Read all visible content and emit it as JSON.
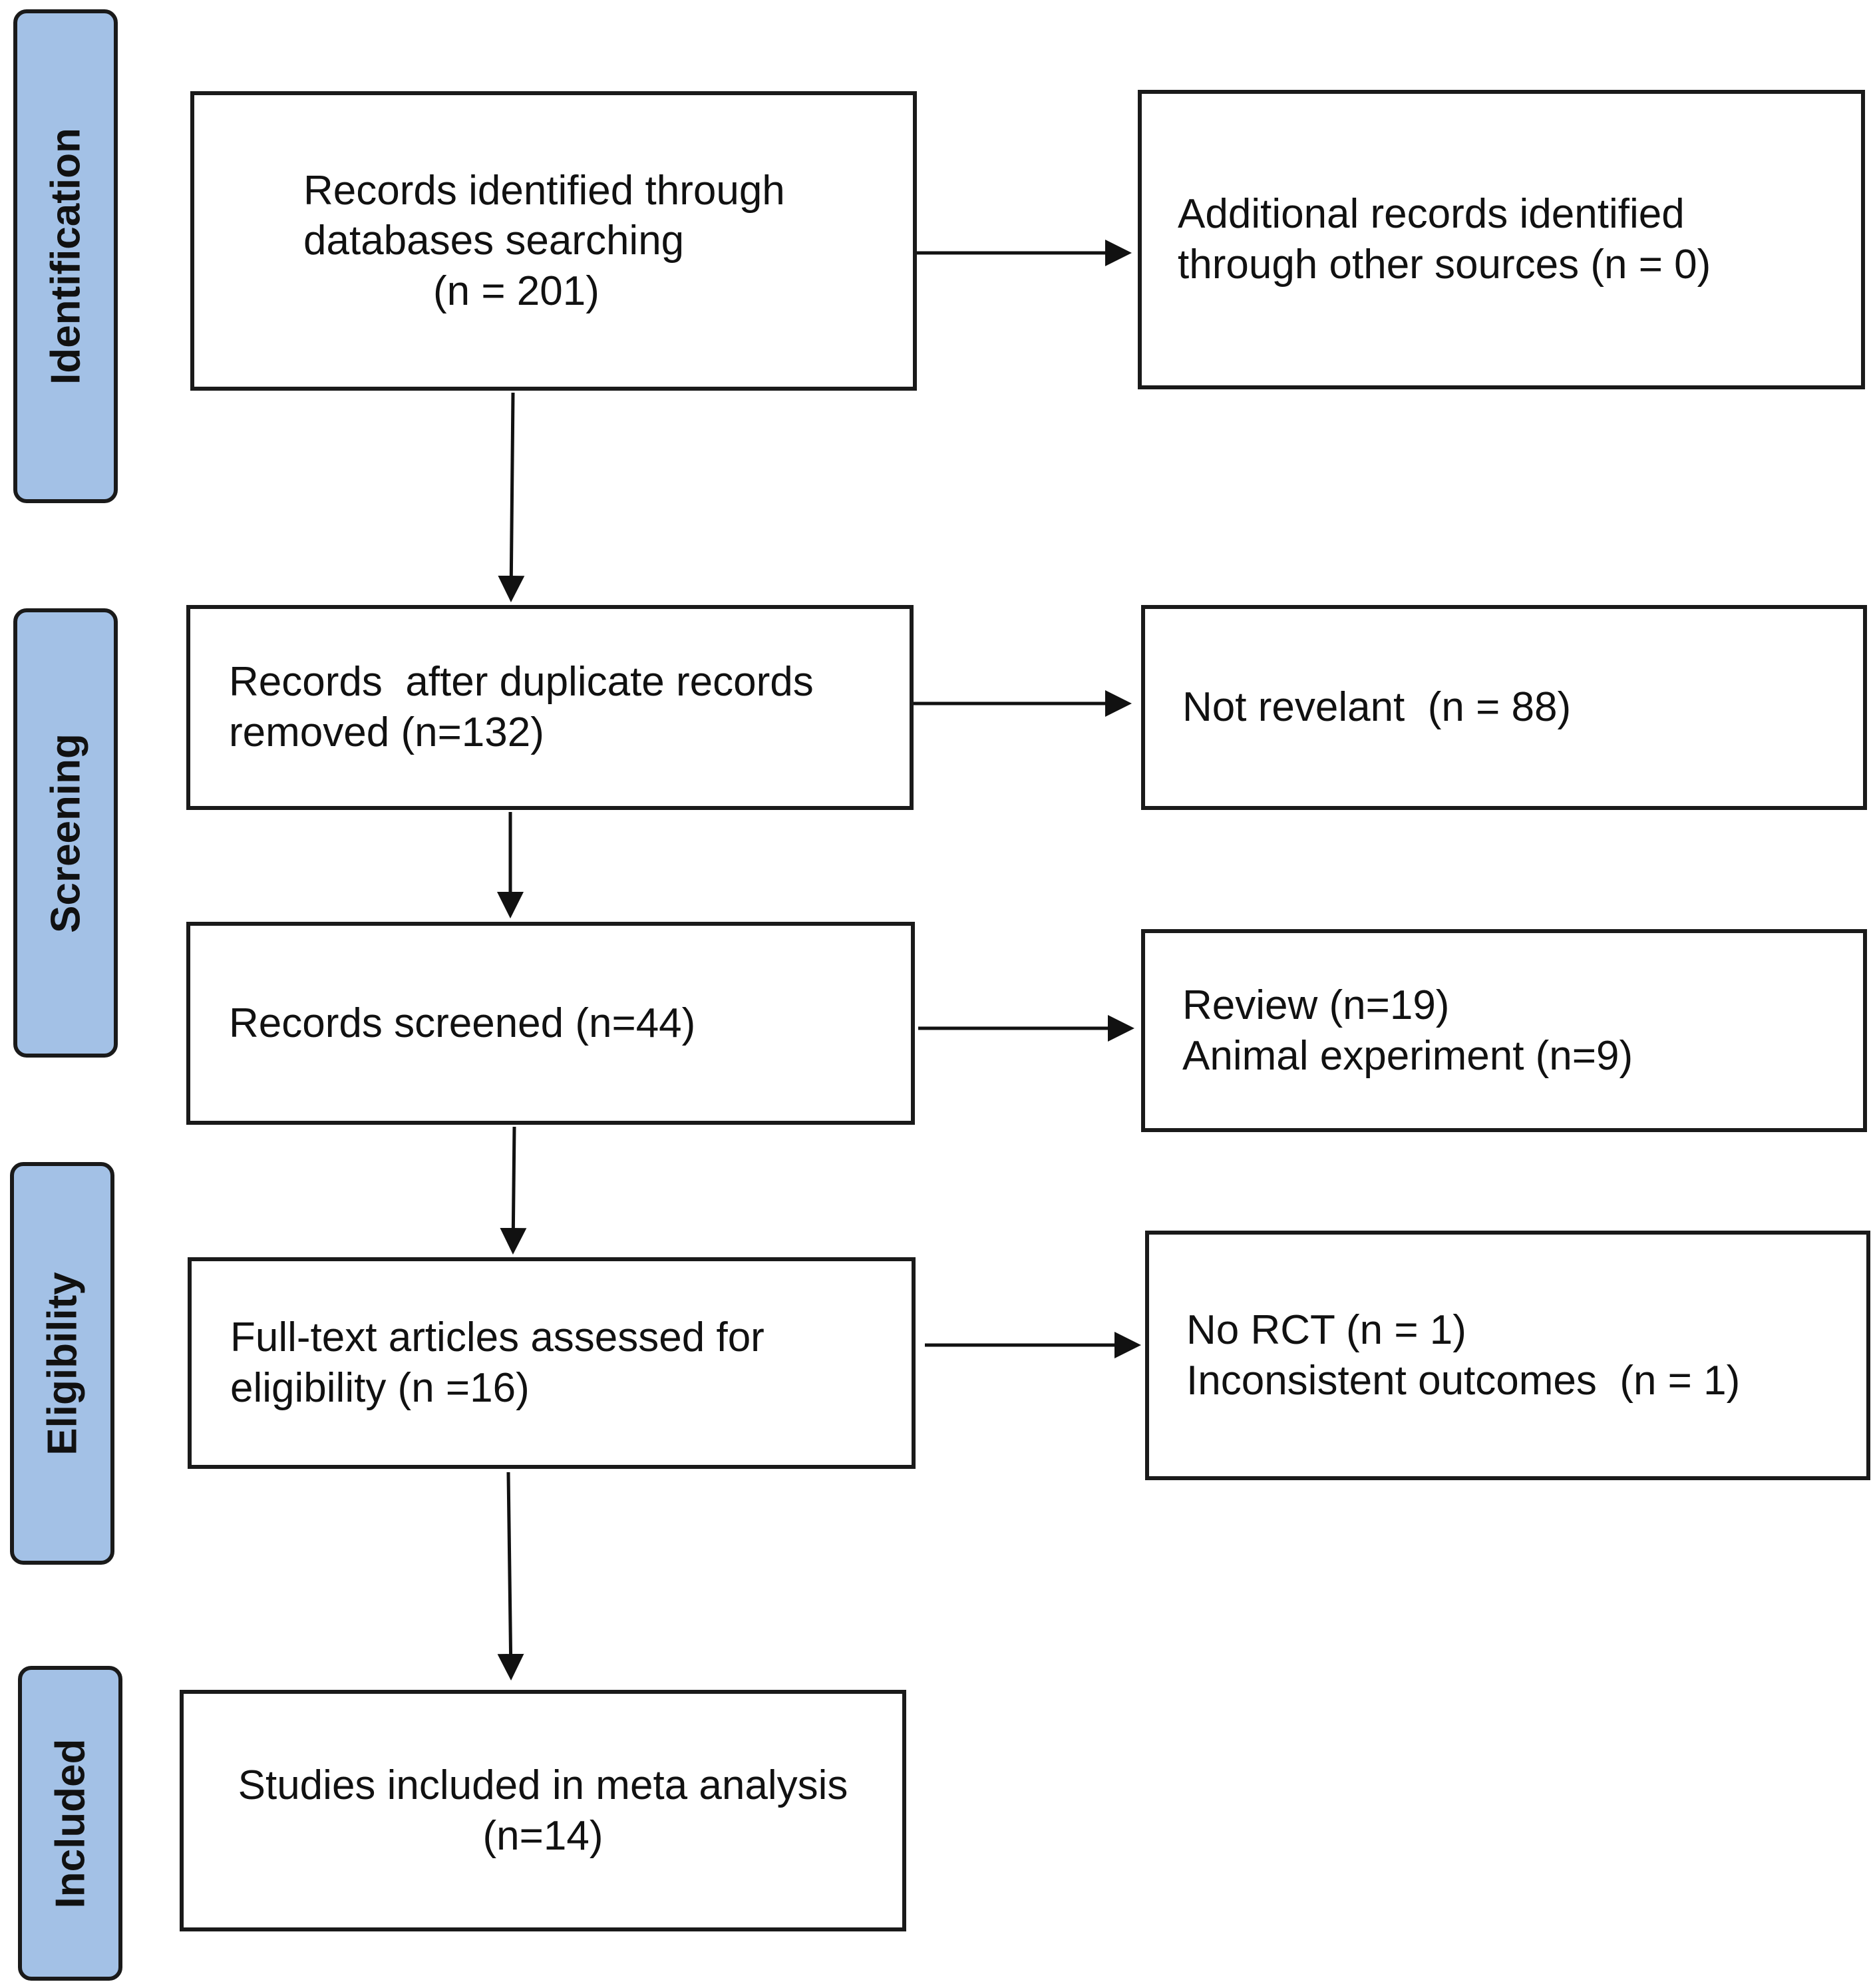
{
  "stages": {
    "identification": "Identification",
    "screening": "Screening",
    "eligibility": "Eligibility",
    "included": "Included"
  },
  "boxes": {
    "identified": {
      "line1": "Records identified through",
      "line2": "databases searching",
      "line3": "(n = 201)"
    },
    "additional": {
      "line1": "Additional records identified",
      "line2": "through other sources (n = 0)"
    },
    "after_duplicates": {
      "line1": "Records  after duplicate records",
      "line2": "removed (n=132)"
    },
    "not_relevant": {
      "line1": "Not revelant  (n = 88)"
    },
    "screened": {
      "line1": "Records screened (n=44)"
    },
    "excluded_screening": {
      "line1": "Review (n=19)",
      "line2": "Animal experiment (n=9)"
    },
    "fulltext": {
      "line1": "Full-text articles assessed for",
      "line2": "eligibility (n =16)"
    },
    "excluded_fulltext": {
      "line1": "No RCT (n = 1)",
      "line2": "Inconsistent outcomes  (n = 1)"
    },
    "included": {
      "line1": "Studies included in meta analysis",
      "line2": "(n=14)"
    }
  }
}
